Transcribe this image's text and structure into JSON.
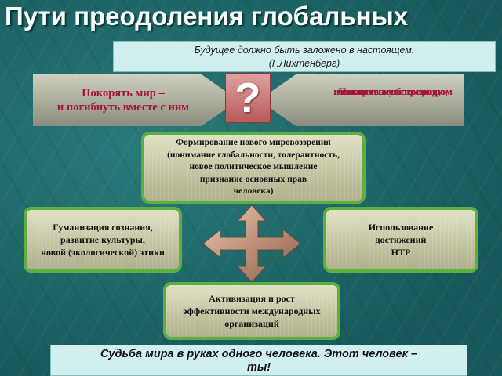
{
  "title": "Пути преодоления глобальных",
  "quote": {
    "text": "Будущее должно быть заложено в настоящем.",
    "author": "(Г.Лихтенберг)"
  },
  "choice": {
    "left_line1": "Покорять мир –",
    "left_line2": "и погибнуть вместе с ним",
    "question_mark": "?",
    "right_line1": "Покорять собственную,",
    "right_line2": "человеческую природу -",
    "right_line3": "и выжить вместе с миром"
  },
  "boxes": {
    "top": {
      "line1": "Формирование нового мировоззрения",
      "line2": "(понимание глобальности, толерантность,",
      "line3": "новое политическое мышление",
      "line4": "признание основных прав",
      "line5": "человека)"
    },
    "left": {
      "line1": "Гуманизация сознания,",
      "line2": "развитие культуры,",
      "line3": "новой (экологической) этики"
    },
    "right": {
      "line1": "Использование",
      "line2": "достижений",
      "line3": "НТР"
    },
    "bottom": {
      "line1": "Активизация и рост",
      "line2": "эффективности международных",
      "line3": "организаций"
    }
  },
  "footer": {
    "line1": "Судьба мира в руках одного человека. Этот человек –",
    "line2": "ты!"
  },
  "colors": {
    "background": "#1f6b6c",
    "accent_text": "#a4143c",
    "box_border": "#5db040",
    "box_fill": "#c8c8a4",
    "panel_fill": "#d2eff0"
  }
}
